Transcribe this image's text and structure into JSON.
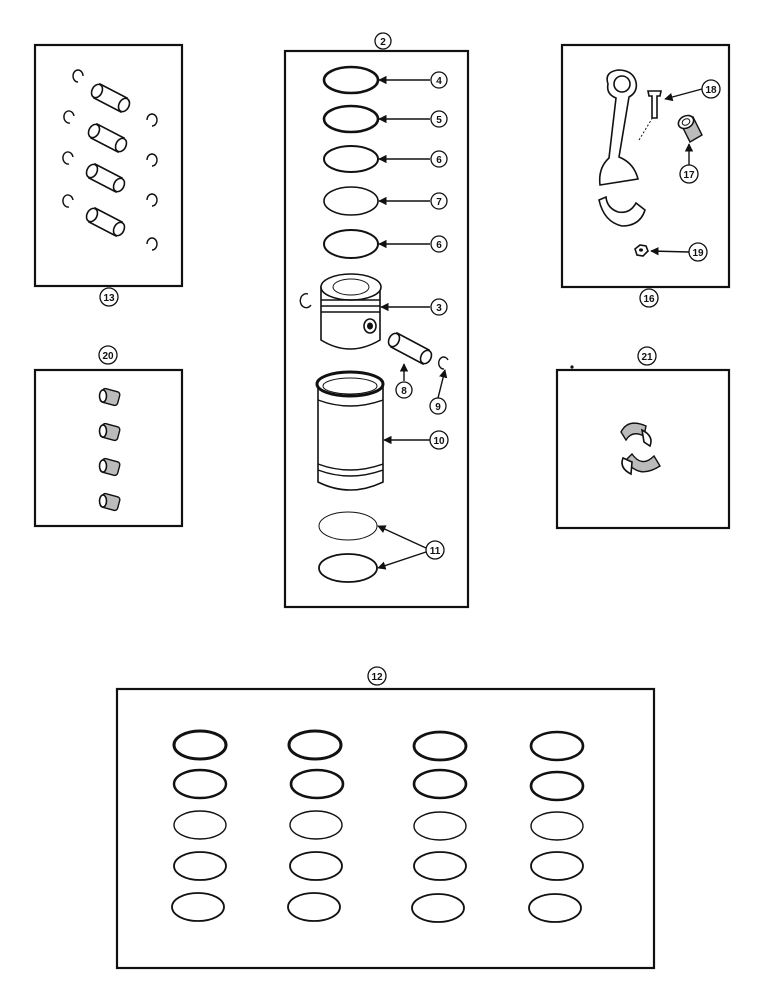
{
  "callouts": {
    "c2": "2",
    "c3": "3",
    "c4": "4",
    "c5": "5",
    "c6a": "6",
    "c6b": "6",
    "c7": "7",
    "c8": "8",
    "c9": "9",
    "c10": "10",
    "c11": "11",
    "c12": "12",
    "c13": "13",
    "c16": "16",
    "c17": "17",
    "c18": "18",
    "c19": "19",
    "c20": "20",
    "c21": "21"
  }
}
